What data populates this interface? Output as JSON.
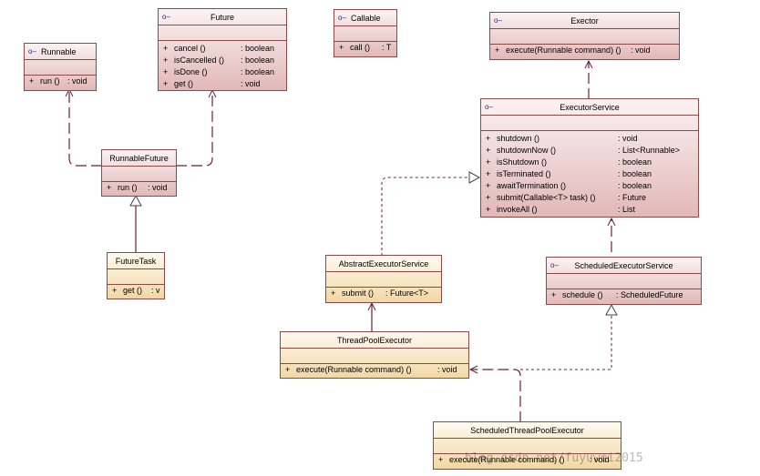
{
  "classes": {
    "runnable": {
      "name": "Runnable",
      "ops": [
        {
          "vis": "+",
          "name": "run ()",
          "ret": ": void"
        }
      ]
    },
    "future": {
      "name": "Future",
      "ops": [
        {
          "vis": "+",
          "name": "cancel ()",
          "ret": ": boolean"
        },
        {
          "vis": "+",
          "name": "isCancelled ()",
          "ret": ": boolean"
        },
        {
          "vis": "+",
          "name": "isDone ()",
          "ret": ": boolean"
        },
        {
          "vis": "+",
          "name": "get ()",
          "ret": ": void"
        }
      ]
    },
    "callable": {
      "name": "Callable",
      "ops": [
        {
          "vis": "+",
          "name": "call ()",
          "ret": ": T"
        }
      ]
    },
    "executor": {
      "name": "Exector",
      "ops": [
        {
          "vis": "+",
          "name": "execute(Runnable command) ()",
          "ret": ": void"
        }
      ]
    },
    "executorService": {
      "name": "ExecutorService",
      "ops": [
        {
          "vis": "+",
          "name": "shutdown ()",
          "ret": ": void"
        },
        {
          "vis": "+",
          "name": "shutdownNow ()",
          "ret": ": List<Runnable>"
        },
        {
          "vis": "+",
          "name": "isShutdown ()",
          "ret": ": boolean"
        },
        {
          "vis": "+",
          "name": "isTerminated ()",
          "ret": ": boolean"
        },
        {
          "vis": "+",
          "name": "awaitTermination ()",
          "ret": ": boolean"
        },
        {
          "vis": "+",
          "name": "submit(Callable<T> task) ()",
          "ret": ": Future"
        },
        {
          "vis": "+",
          "name": "invokeAll ()",
          "ret": ": List"
        }
      ]
    },
    "runnableFuture": {
      "name": "RunnableFuture",
      "ops": [
        {
          "vis": "+",
          "name": "run ()",
          "ret": ": void"
        }
      ]
    },
    "futureTask": {
      "name": "FutureTask",
      "ops": [
        {
          "vis": "+",
          "name": "get ()",
          "ret": ": v"
        }
      ]
    },
    "abstractExecutorService": {
      "name": "AbstractExecutorService",
      "ops": [
        {
          "vis": "+",
          "name": "submit ()",
          "ret": ": Future<T>"
        }
      ]
    },
    "scheduledExecutorService": {
      "name": "ScheduledExecutorService",
      "ops": [
        {
          "vis": "+",
          "name": "schedule ()",
          "ret": ": ScheduledFuture"
        }
      ]
    },
    "threadPoolExecutor": {
      "name": "ThreadPoolExecutor",
      "ops": [
        {
          "vis": "+",
          "name": "execute(Runnable command) ()",
          "ret": ": void"
        }
      ]
    },
    "scheduledThreadPoolExecutor": {
      "name": "ScheduledThreadPoolExecutor",
      "ops": [
        {
          "vis": "+",
          "name": "execute(Runnable command) ()",
          "ret": ": void"
        }
      ]
    }
  },
  "interface_icon": "interface-circle-icon",
  "colors": {
    "border": "#8b4a4a",
    "interface_fill": "#e2b8b8",
    "class_fill": "#f2d7a4",
    "icon": "#1a2e8a"
  },
  "watermark": "blog.csdn.net/fuyuwei2015"
}
